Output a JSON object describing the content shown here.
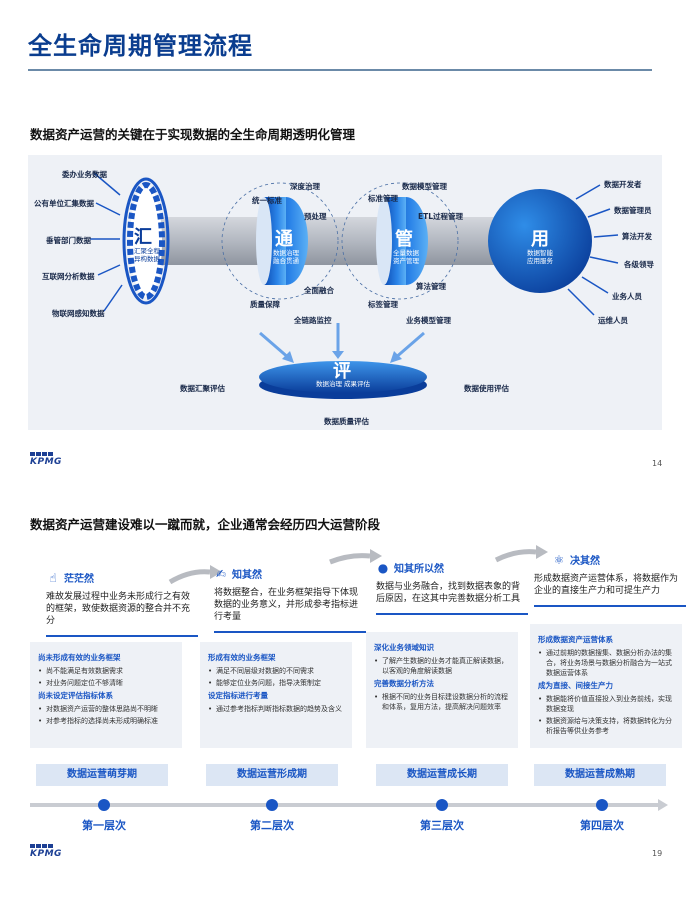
{
  "page1": {
    "title": "全生命周期管理流程",
    "subtitle": "数据资产运营的关键在于实现数据的全生命周期透明化管理",
    "sources": [
      "委办业务数据",
      "公有单位汇集数据",
      "垂管部门数据",
      "互联网分析数据",
      "物联网感知数据"
    ],
    "hui": {
      "char": "汇",
      "sub": "汇聚全程\n异构数据"
    },
    "tong": {
      "char": "通",
      "sub": "数据治理\n融合贯通"
    },
    "guan": {
      "char": "管",
      "sub": "全量数据\n资产管理"
    },
    "yong": {
      "char": "用",
      "sub": "数据智能\n应用服务"
    },
    "ping": {
      "char": "评",
      "sub": "数据治理 成果评估"
    },
    "tong_labels": [
      "深度治理",
      "统一标准",
      "预处理",
      "全面融合",
      "质量保障",
      "全链路监控"
    ],
    "guan_labels": [
      "数据模型管理",
      "标准管理",
      "ETL过程管理",
      "算法管理",
      "标签管理",
      "业务模型管理"
    ],
    "outputs": [
      "数据开发者",
      "数据管理员",
      "算法开发",
      "各级领导",
      "业务人员",
      "运维人员"
    ],
    "evals": [
      "数据汇聚评估",
      "数据使用评估",
      "数据质量评估"
    ],
    "page_number": "14",
    "logo": "KPMG"
  },
  "page2": {
    "subtitle": "数据资产运营建设难以一蹴而就，企业通常会经历四大运营阶段",
    "stages": [
      {
        "name": "茫茫然",
        "icon": "pointing-hand-icon",
        "desc": "难故发展过程中业务未形成行之有效的框架，致使数据资源的整合并不充分",
        "sections": [
          {
            "heading": "尚未形成有效的业务框架",
            "items": [
              "尚不能满足有效数据需求",
              "对业务问题定位不够清晰"
            ]
          },
          {
            "heading": "尚未设定评估指标体系",
            "items": [
              "对数据资产运营的整体思路尚不明晰",
              "对参考指标的选择尚未形成明确标准"
            ]
          }
        ],
        "phase": "数据运营萌芽期",
        "level": "第一层次"
      },
      {
        "name": "知其然",
        "icon": "signature-icon",
        "desc": "将数据整合，在业务框架指导下体现数据的业务意义，并形成参考指标进行考量",
        "sections": [
          {
            "heading": "形成有效的业务框架",
            "items": [
              "满足不同层级对数据的不同需求",
              "能够定位业务问题，指导决策制定"
            ]
          },
          {
            "heading": "设定指标进行考量",
            "items": [
              "通过参考指标判断指标数据的趋势及含义"
            ]
          }
        ],
        "phase": "数据运营形成期",
        "level": "第二层次"
      },
      {
        "name": "知其所以然",
        "icon": "lightbulb-icon",
        "desc": "数据与业务融合，找到数据表象的背后原因，在这其中完善数据分析工具",
        "sections": [
          {
            "heading": "深化业务领域知识",
            "items": [
              "了解产生数据的业务才能真正解读数据，以客观的角度解读数据"
            ]
          },
          {
            "heading": "完善数据分析方法",
            "items": [
              "根据不同的业务目标建设数据分析的流程和体系，复用方法，提高解决问题效率"
            ]
          }
        ],
        "phase": "数据运营成长期",
        "level": "第三层次"
      },
      {
        "name": "决其然",
        "icon": "atom-icon",
        "desc": "形成数据资产运营体系，将数据作为企业的直接生产力和可提生产力",
        "sections": [
          {
            "heading": "形成数据资产运营体系",
            "items": [
              "通过前期的数据搜集、数据分析办法的集合，将业务场景与数据分析融合为一站式数据运营体系"
            ]
          },
          {
            "heading": "成为直接、间接生产力",
            "items": [
              "数据能将价值直接投入到业务前线，实现数据变现",
              "数据资源给与决策支持，将数据转化为分析报告等供业务参考"
            ]
          }
        ],
        "phase": "数据运营成熟期",
        "level": "第四层次"
      }
    ],
    "page_number": "19",
    "logo": "KPMG"
  },
  "colors": {
    "brand": "#0a3d8f",
    "accent": "#1a56c4",
    "panel": "#eef1f6"
  }
}
